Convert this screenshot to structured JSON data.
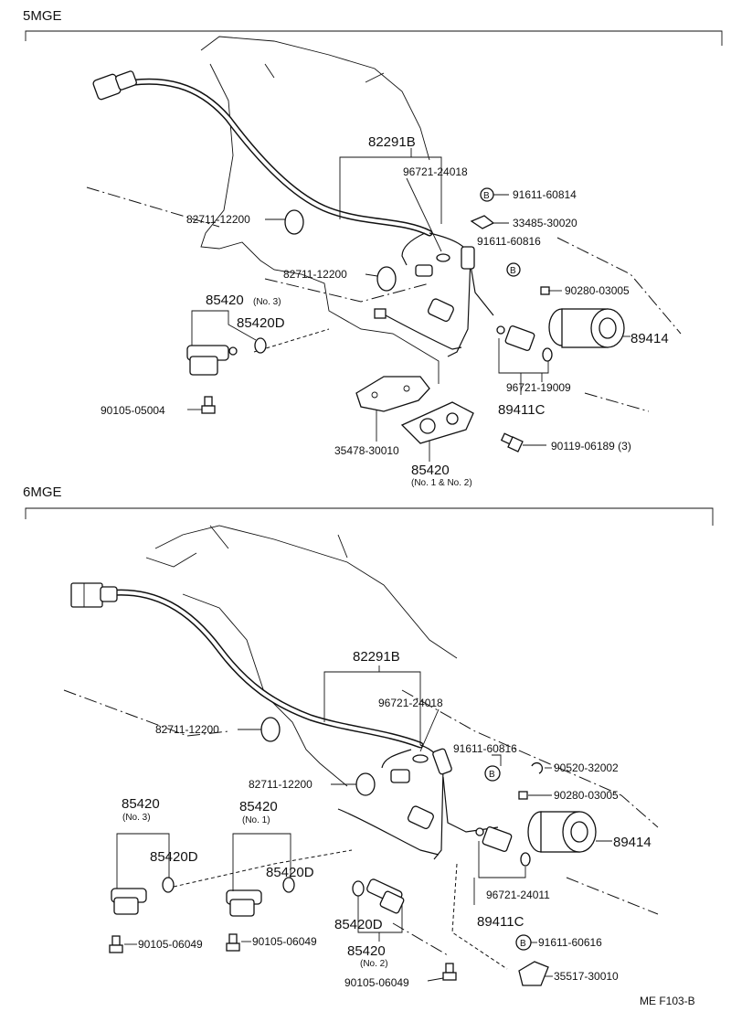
{
  "sections": {
    "top_title": "5MGE",
    "bottom_title": "6MGE"
  },
  "top_labels": {
    "harness": "82291B",
    "p96721_24018": "96721-24018",
    "p91611_60814": "91611-60814",
    "p33485_30020": "33485-30020",
    "clamp_a": "82711-12200",
    "p91611_60816": "91611-60816",
    "clamp_b": "82711-12200",
    "p90280_03005": "90280-03005",
    "p85420": "85420",
    "no3": "(No. 3)",
    "p85420D": "85420D",
    "p89414": "89414",
    "p96721_19009": "96721-19009",
    "p89411C": "89411C",
    "p90105_05004": "90105-05004",
    "p90119_06189": "90119-06189 (3)",
    "p35478_30010": "35478-30010",
    "p85420b": "85420",
    "no12": "(No. 1 & No. 2)",
    "b1": "B",
    "b2": "B"
  },
  "bottom_labels": {
    "harness": "82291B",
    "p96721_24018": "96721-24018",
    "clamp_a": "82711-12200",
    "p91611_60816": "91611-60816",
    "p90520_32002": "90520-32002",
    "clamp_b": "82711-12200",
    "p90280_03005": "90280-03005",
    "p85420_3": "85420",
    "no3": "(No. 3)",
    "p85420_1": "85420",
    "no1": "(No. 1)",
    "p85420D_a": "85420D",
    "p85420D_b": "85420D",
    "p85420D_c": "85420D",
    "p89414": "89414",
    "p96721_24011": "96721-24011",
    "p89411C": "89411C",
    "p90105_a": "90105-06049",
    "p90105_b": "90105-06049",
    "p90105_c": "90105-06049",
    "p85420_2": "85420",
    "no2": "(No. 2)",
    "p91611_60616": "91611-60616",
    "p35517_30010": "35517-30010",
    "b1": "B",
    "b2": "B"
  },
  "footer": "ME  F103-B"
}
